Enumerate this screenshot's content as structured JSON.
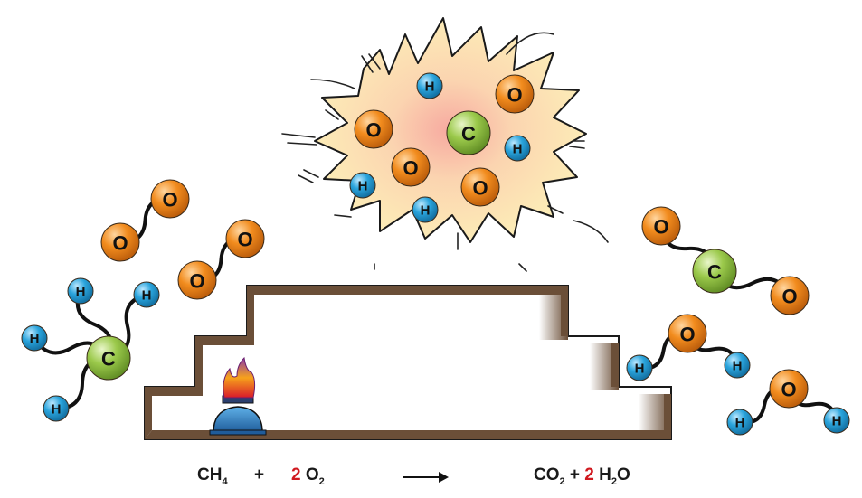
{
  "colors": {
    "oxygen": "#f28c1e",
    "carbon": "#9bc94b",
    "hydrogen": "#2aa4dc",
    "explosion": "#fde9a8",
    "step_shadow": "#6b4f38",
    "equation_coefficient": "#d0191f"
  },
  "atoms": {
    "O": "O",
    "C": "C",
    "H": "H"
  },
  "equation": {
    "reactant1": "CH",
    "reactant1_sub": "4",
    "plus1": "+",
    "coef_o2": "2",
    "reactant2": "O",
    "reactant2_sub": "2",
    "product1": "CO",
    "product1_sub": "2",
    "plus2": "+",
    "coef_h2o": "2",
    "product2_a": "H",
    "product2_sub": "2",
    "product2_b": "O"
  },
  "icons": [
    "burner-icon",
    "flame-icon",
    "reaction-arrow-icon"
  ]
}
